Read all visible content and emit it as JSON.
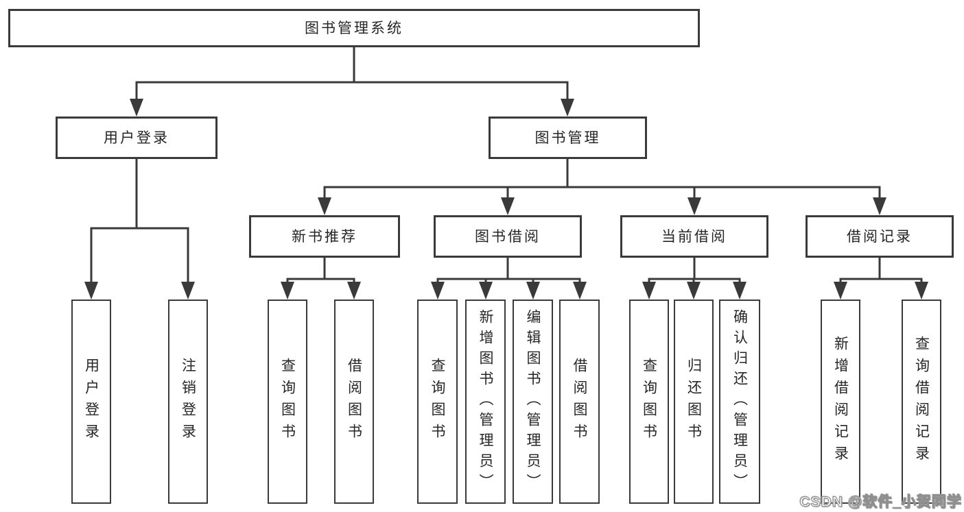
{
  "diagram": {
    "type": "org-chart",
    "title": "图书管理系统",
    "watermark": "CSDN @软件_小贺同学",
    "line_color": "#3a3a3a",
    "box_background": "#ffffff",
    "nodes": [
      {
        "id": "root",
        "label": "图书管理系统",
        "parent": null
      },
      {
        "id": "user-login",
        "label": "用户登录",
        "parent": "root"
      },
      {
        "id": "book-mgmt",
        "label": "图书管理",
        "parent": "root"
      },
      {
        "id": "login",
        "label": "用户登录",
        "parent": "user-login"
      },
      {
        "id": "logout",
        "label": "注销登录",
        "parent": "user-login"
      },
      {
        "id": "new-book-rec",
        "label": "新书推荐",
        "parent": "book-mgmt"
      },
      {
        "id": "book-borrow",
        "label": "图书借阅",
        "parent": "book-mgmt"
      },
      {
        "id": "current-borrow",
        "label": "当前借阅",
        "parent": "book-mgmt"
      },
      {
        "id": "borrow-record",
        "label": "借阅记录",
        "parent": "book-mgmt"
      },
      {
        "id": "rec-query-book",
        "label": "查询图书",
        "parent": "new-book-rec"
      },
      {
        "id": "rec-borrow-book",
        "label": "借阅图书",
        "parent": "new-book-rec"
      },
      {
        "id": "bb-query-book",
        "label": "查询图书",
        "parent": "book-borrow"
      },
      {
        "id": "bb-add-book",
        "label": "新增图书（管理员）",
        "parent": "book-borrow"
      },
      {
        "id": "bb-edit-book",
        "label": "编辑图书（管理员）",
        "parent": "book-borrow"
      },
      {
        "id": "bb-borrow-book",
        "label": "借阅图书",
        "parent": "book-borrow"
      },
      {
        "id": "cb-query-book",
        "label": "查询图书",
        "parent": "current-borrow"
      },
      {
        "id": "cb-return-book",
        "label": "归还图书",
        "parent": "current-borrow"
      },
      {
        "id": "cb-confirm-return",
        "label": "确认归还（管理员）",
        "parent": "current-borrow"
      },
      {
        "id": "br-add-record",
        "label": "新增借阅记录",
        "parent": "borrow-record"
      },
      {
        "id": "br-query-record",
        "label": "查询借阅记录",
        "parent": "borrow-record"
      }
    ]
  }
}
